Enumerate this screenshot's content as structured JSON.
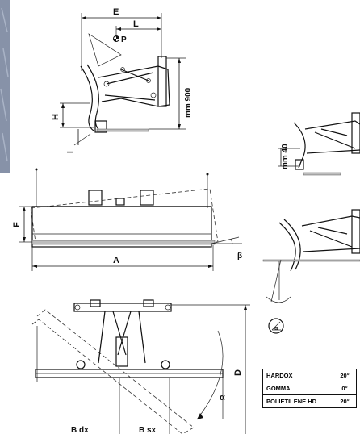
{
  "colors": {
    "line": "#111111",
    "ground_hatch": "#bdbdbd",
    "edge_strip": "#8792a8"
  },
  "side_view": {
    "label_e": "E",
    "label_l": "L",
    "label_p": "P",
    "label_h": "H",
    "label_i": "I",
    "label_height": "mm 900"
  },
  "front_view": {
    "label_f": "F",
    "label_a": "A",
    "label_beta": "β"
  },
  "top_view": {
    "label_d": "D",
    "label_alpha": "α",
    "label_b_dx": "B dx",
    "label_b_sx": "B sx"
  },
  "detail_top": {
    "label_height": "mm 40"
  },
  "detail_bottom": {
    "label_alpha_icon": "α"
  },
  "angle_table": {
    "rows": [
      {
        "material": "HARDOX",
        "angle": "20°"
      },
      {
        "material": "GOMMA",
        "angle": "0°"
      },
      {
        "material": "POLIETILENE HD",
        "angle": "20°"
      }
    ]
  }
}
